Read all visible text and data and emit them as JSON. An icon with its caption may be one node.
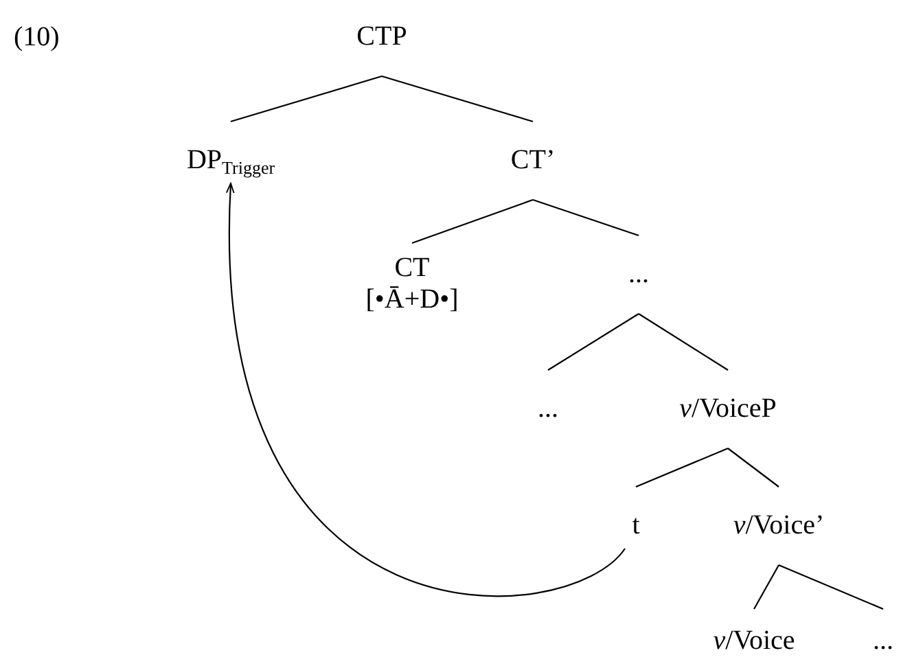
{
  "diagram": {
    "nodes": [
      {
        "text": [
          "CTP"
        ]
      },
      {
        "text": [
          "DP$_{Trigger}$"
        ]
      },
      {
        "text": [
          "CT’"
        ]
      },
      {
        "text": [
          "CT",
          "[•Ā+D•]"
        ]
      },
      {
        "text": [
          "..."
        ]
      },
      {
        "text": [
          "..."
        ]
      },
      {
        "text": [
          "*v*/VoiceP"
        ]
      },
      {
        "text": [
          "t"
        ]
      },
      {
        "text": [
          "*v*/Voice’"
        ]
      },
      {
        "text": [
          "*v*/Voice"
        ]
      },
      {
        "text": [
          "..."
        ]
      }
    ],
    "edges": [
      {
        "from": 0,
        "to": 1,
        "arrow": "none"
      },
      {
        "from": 0,
        "to": 2,
        "arrow": "none"
      },
      {
        "from": 2,
        "to": 3,
        "arrow": "none"
      },
      {
        "from": 2,
        "to": 4,
        "arrow": "none"
      },
      {
        "from": 4,
        "to": 5,
        "arrow": "none"
      },
      {
        "from": 4,
        "to": 6,
        "arrow": "none"
      },
      {
        "from": 6,
        "to": 7,
        "arrow": "none"
      },
      {
        "from": 6,
        "to": 8,
        "arrow": "none"
      },
      {
        "from": 8,
        "to": 9,
        "arrow": "none"
      },
      {
        "from": 8,
        "to": 10,
        "arrow": "none"
      },
      {
        "from": 7,
        "to": 1,
        "arrow": "to"
      }
    ],
    "labels": [
      "(10)"
    ]
  }
}
